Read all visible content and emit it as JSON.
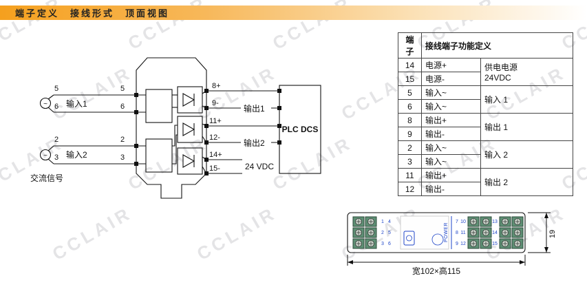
{
  "header": {
    "title": "端子定义　接线形式　顶面视图"
  },
  "watermark": {
    "text": "CCLAIR"
  },
  "diagram": {
    "source_symbol": "~",
    "source_label": "交流信号",
    "input1_label": "输入1",
    "input2_label": "输入2",
    "output1_label": "输出1",
    "output2_label": "输出2",
    "power_label": "24 VDC",
    "plc_label": "PLC DCS",
    "left_terminals": [
      "5",
      "6",
      "2",
      "3"
    ],
    "right_terminals": [
      "8+",
      "9-",
      "11+",
      "12-",
      "14+",
      "15-"
    ]
  },
  "table": {
    "col1": "端子",
    "col2": "接线端子功能定义",
    "rows": [
      {
        "no": "14",
        "func": "电源+"
      },
      {
        "no": "15",
        "func": "电源-"
      },
      {
        "no": "5",
        "func": "输入~"
      },
      {
        "no": "6",
        "func": "输入~"
      },
      {
        "no": "8",
        "func": "输出+"
      },
      {
        "no": "9",
        "func": "输出-"
      },
      {
        "no": "2",
        "func": "输入~"
      },
      {
        "no": "3",
        "func": "输入~"
      },
      {
        "no": "11",
        "func": "输出+"
      },
      {
        "no": "12",
        "func": "输出-"
      }
    ],
    "groups": [
      {
        "label": "供电电源",
        "sub": "24VDC"
      },
      {
        "label": "输入 1"
      },
      {
        "label": "输出 1"
      },
      {
        "label": "输入 2"
      },
      {
        "label": "输出 2"
      }
    ]
  },
  "module_view": {
    "power_label": "POWER",
    "terminal_numbers_left": [
      "1",
      "2",
      "3",
      "4",
      "5",
      "6"
    ],
    "terminal_numbers_mid": [
      "7",
      "8",
      "9",
      "10",
      "11",
      "12"
    ],
    "terminal_numbers_right": [
      "13",
      "14",
      "15"
    ],
    "dim_depth": "19",
    "dim_size": "宽102×高115"
  }
}
